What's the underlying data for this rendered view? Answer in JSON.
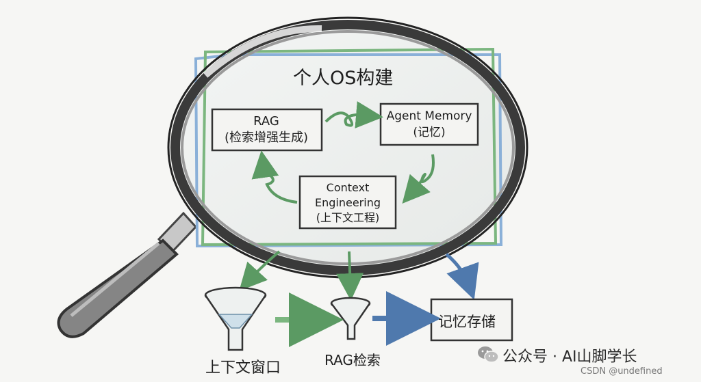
{
  "title": "个人OS构建",
  "components": {
    "rag": {
      "line1": "RAG",
      "line2": "(检索增强生成)"
    },
    "memory": {
      "line1": "Agent Memory",
      "line2": "(记忆)"
    },
    "context": {
      "line1": "Context",
      "line2": "Engineering",
      "line3": "(上下文工程)"
    }
  },
  "pipeline": {
    "window": "上下文窗口",
    "retrieval": "RAG检索",
    "storage": "记忆存储"
  },
  "watermark": {
    "text": "公众号 · AI山脚学长",
    "icon": "wechat-icon"
  },
  "csdn": "CSDN @undefined",
  "colors": {
    "green": "#5b9a63",
    "blue": "#5b86b8",
    "glass": "#e9ecea",
    "handle": "#7d7d7d"
  }
}
